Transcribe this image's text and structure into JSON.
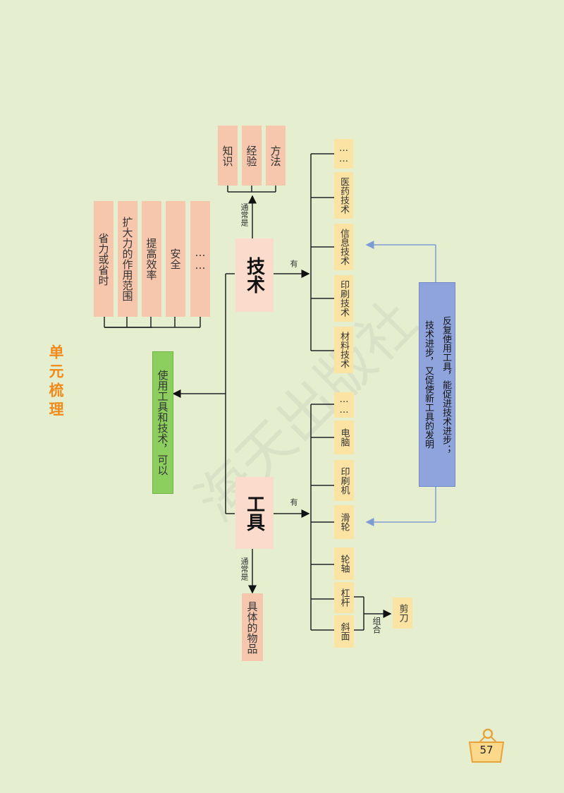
{
  "title": "单元梳理",
  "root": "使用工具和技术，可以",
  "benefits": [
    "省力或省时",
    "扩大力的作用范围",
    "提高效率",
    "安全",
    "……"
  ],
  "tech": {
    "label": "技术",
    "usually_is": "通常是",
    "usually_items": [
      "知识",
      "经验",
      "方法"
    ],
    "has": "有",
    "items": [
      "材料技术",
      "印刷技术",
      "信息技术",
      "医药技术",
      "……"
    ]
  },
  "tools": {
    "label": "工具",
    "usually_is": "通常是",
    "usually_item": "具体的物品",
    "has": "有",
    "items": [
      "斜面",
      "杠杆",
      "轮轴",
      "滑轮",
      "印刷机",
      "电脑",
      "……"
    ],
    "combine": "组合",
    "combine_result": "剪刀"
  },
  "feedback": [
    "反复使用工具，能促进技术进步；",
    "技术进步，又促使新工具的发明"
  ],
  "watermark": "海天出版社",
  "page_number": "57",
  "colors": {
    "background": "#e5efd0",
    "salmon": "#f7c7ad",
    "cream": "#fbe3a3",
    "green": "#8ccf5e",
    "blue": "#8fa4dd",
    "title": "#f08a1c"
  }
}
